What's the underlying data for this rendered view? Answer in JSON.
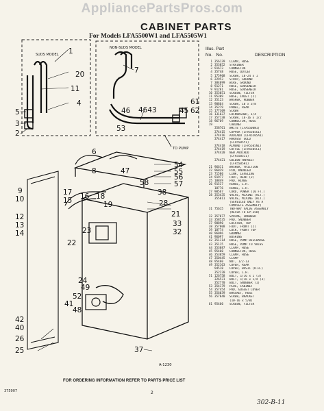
{
  "watermark": "AppliancePartsPros.com",
  "title": "CABINET PARTS",
  "subtitle": "For Models LFA5500W1 and LFA5505W1",
  "header": {
    "illus_label": "Illus.",
    "no_label": "No.",
    "part_label": "Part",
    "part_no_label": "No.",
    "description_label": "DESCRIPTION"
  },
  "diagram": {
    "suds_model_label": "SUDS MODEL",
    "non_suds_model_label": "NON-SUDS MODEL",
    "to_pump_label": "TO PUMP",
    "figure_code": "A-1230",
    "callouts": [
      "1",
      "20",
      "11",
      "4",
      "5",
      "3",
      "2",
      "7",
      "46",
      "4643",
      "45",
      "61",
      "62",
      "53",
      "6",
      "8",
      "54",
      "55",
      "56",
      "47",
      "57",
      "58",
      "38",
      "9",
      "10",
      "12",
      "13",
      "14",
      "17",
      "15",
      "16",
      "18",
      "19",
      "28",
      "21",
      "23",
      "33",
      "32",
      "22",
      "24",
      "49",
      "52",
      "41",
      "48",
      "42",
      "40",
      "26",
      "25",
      "37"
    ]
  },
  "parts": [
    [
      "1",
      "356139",
      "CLAMP, HOSE"
    ],
    [
      "2",
      "353852",
      "STRAINER"
    ],
    [
      "3",
      "91673",
      "CONNECTOR"
    ],
    [
      "4",
      "35748",
      "HOSE, OUTLET"
    ],
    [
      "5",
      "175908",
      "SCREW, 10-24 x 1"
    ],
    [
      "6",
      "22953",
      "STRAP, GROUND"
    ],
    [
      "7",
      "384099",
      "WIRE, GROUND"
    ],
    [
      "8",
      "91271",
      "HOSE, GOOSENECK"
    ],
    [
      "9",
      "91281",
      "HOSE, GOOSENECK"
    ],
    [
      "10",
      "353051",
      "SCREEN, FILTER"
    ],
    [
      "11",
      "95309",
      "HOSE, INLET (2)"
    ],
    [
      "12",
      "35123",
      "WASHER, RUBBER"
    ],
    [
      "13",
      "90864",
      "SCREW, 10 x 3/8"
    ],
    [
      "14",
      "35279",
      "PANEL, REAR"
    ],
    [
      "15",
      "177309",
      "SCREW"
    ],
    [
      "16",
      "131637",
      "LOCKWASHER, 1/4"
    ],
    [
      "17",
      "357138",
      "SCREW, 10-16 x 1/2"
    ],
    [
      "18",
      "96769",
      "CONNECTOR, HOSE"
    ],
    [
      "19",
      "",
      "CABINET"
    ],
    [
      "",
      "358761",
      "WHITE (LFA5500W1)"
    ],
    [
      "",
      "374415",
      "COPPER (LFA5505G1)"
    ],
    [
      "",
      "374416",
      "AVOCADO (LFA5505A1)"
    ],
    [
      "",
      "374417",
      "HARVEST GOLD"
    ],
    [
      "",
      "",
      "(LFA5505Y1)"
    ],
    [
      "",
      "374418",
      "ALMOND (LFA5505N1)"
    ],
    [
      "",
      "374419",
      "COFFEE (LFA5505C1)"
    ],
    [
      "",
      "374420",
      "NEW AVOCADO"
    ],
    [
      "",
      "",
      "(LFA5505J1)"
    ],
    [
      "",
      "374421",
      "GOLDEN HARVEST"
    ],
    [
      "",
      "",
      "(LFA5505H1)"
    ],
    [
      "21",
      "96611",
      "WASHER, FRICTION"
    ],
    [
      "22",
      "96829",
      "PIN, KNURLED"
    ],
    [
      "23",
      "71580",
      "LINK, LEVELING"
    ],
    [
      "24",
      "91977",
      "FOOT, REAR (2)"
    ],
    [
      "25",
      "18849",
      "PAD, HINGE"
    ],
    [
      "26",
      "91537",
      "HINGE, L.H."
    ],
    [
      "",
      "18776",
      "HINGE, L.H."
    ],
    [
      "27",
      "90567",
      "CORD, POWER (10 FT.)"
    ],
    [
      "28",
      "353435",
      "VALVE, MIXING (ALT.)"
    ],
    [
      "",
      "355011",
      "VALVE, MIXING (ALT.)"
    ],
    [
      "",
      "",
      "(SERVICED ONLY AS A"
    ],
    [
      "",
      "",
      "COMPLETE ASSEMBLY)"
    ],
    [
      "31",
      "75615",
      "TWO-WAY VALVE ASSEMBLY"
    ],
    [
      "",
      "",
      "(REFER TO EP-358)"
    ],
    [
      "32",
      "357077",
      "SPRING, SNUBBER"
    ],
    [
      "33",
      "358535",
      "PAD, SNUBBER"
    ],
    [
      "37",
      "90890",
      "LOCATOR, TOP"
    ],
    [
      "38",
      "357008",
      "FOOT, FRONT (2)"
    ],
    [
      "39",
      "18774",
      "LOCK, FRONT TOP"
    ],
    [
      "40",
      "96096",
      "GROMMET"
    ],
    [
      "41",
      "96097",
      "BUSHING"
    ],
    [
      "42",
      "351114",
      "HOSE, PUMP DISCHARGE"
    ],
    [
      "43",
      "35115",
      "HOSE, PUMP TO VALVE"
    ],
    [
      "44",
      "353087",
      "CLAMP, HOSE"
    ],
    [
      "45",
      "95460",
      "CONNECTOR, HOSE"
    ],
    [
      "46",
      "353059",
      "CLAMP, HOSE"
    ],
    [
      "47",
      "350445",
      "CLAMP"
    ],
    [
      "48",
      "95460",
      "NUT, 1/2-13"
    ],
    [
      "49",
      "352163",
      "COVER, REAR"
    ],
    [
      "",
      "94518",
      "COVER, BASIC (R.H.)"
    ],
    [
      "",
      "352220",
      "COVER, L.H."
    ],
    [
      "51",
      "126758",
      "BOLT, 1/16 x 1 (3)"
    ],
    [
      "",
      "326531",
      "BOLT, 1/16 x 1/4 (3)"
    ],
    [
      "",
      "352770",
      "BOLT, SNUBBER (1)"
    ],
    [
      "53",
      "354179",
      "PLUG, CABINET"
    ],
    [
      "54",
      "357454",
      "PAD, GUSSET COVER"
    ],
    [
      "55",
      "356039",
      "BRACKET, HOSE"
    ],
    [
      "56",
      "357840",
      "SCREW, BRACKET"
    ],
    [
      "",
      "",
      "(10-16 x 5/8)"
    ],
    [
      "61",
      "95460",
      "SCREEN, FILTER"
    ]
  ],
  "footer": "FOR ORDERING INFORMATION REFER TO PARTS PRICE LIST",
  "doc_code": "375907",
  "page_number": "2",
  "handwritten": "302-B-11"
}
